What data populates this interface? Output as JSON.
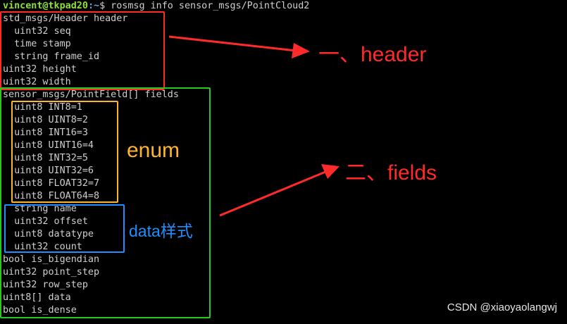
{
  "prompt": {
    "user_host": "vincent@tkpad20",
    "path": ":~",
    "command": "$ rosmsg info sensor_msgs/PointCloud2"
  },
  "output_lines": [
    "std_msgs/Header header",
    "  uint32 seq",
    "  time stamp",
    "  string frame_id",
    "uint32 height",
    "uint32 width",
    "sensor_msgs/PointField[] fields",
    "  uint8 INT8=1",
    "  uint8 UINT8=2",
    "  uint8 INT16=3",
    "  uint8 UINT16=4",
    "  uint8 INT32=5",
    "  uint8 UINT32=6",
    "  uint8 FLOAT32=7",
    "  uint8 FLOAT64=8",
    "  string name",
    "  uint32 offset",
    "  uint8 datatype",
    "  uint32 count",
    "bool is_bigendian",
    "uint32 point_step",
    "uint32 row_step",
    "uint8[] data",
    "bool is_dense"
  ],
  "annotations": {
    "header_label": "一、header",
    "fields_label": "二、fields",
    "enum_label": "enum",
    "data_style_label": "data样式"
  },
  "colors": {
    "red": "#ff2a2a",
    "green": "#25c91f",
    "orange": "#ffb52b",
    "blue": "#1f8fff",
    "terminal_text": "#cfcfcf",
    "prompt_user": "#8ae234",
    "prompt_path": "#729fcf"
  },
  "watermark": "CSDN @xiaoyaolangwj"
}
